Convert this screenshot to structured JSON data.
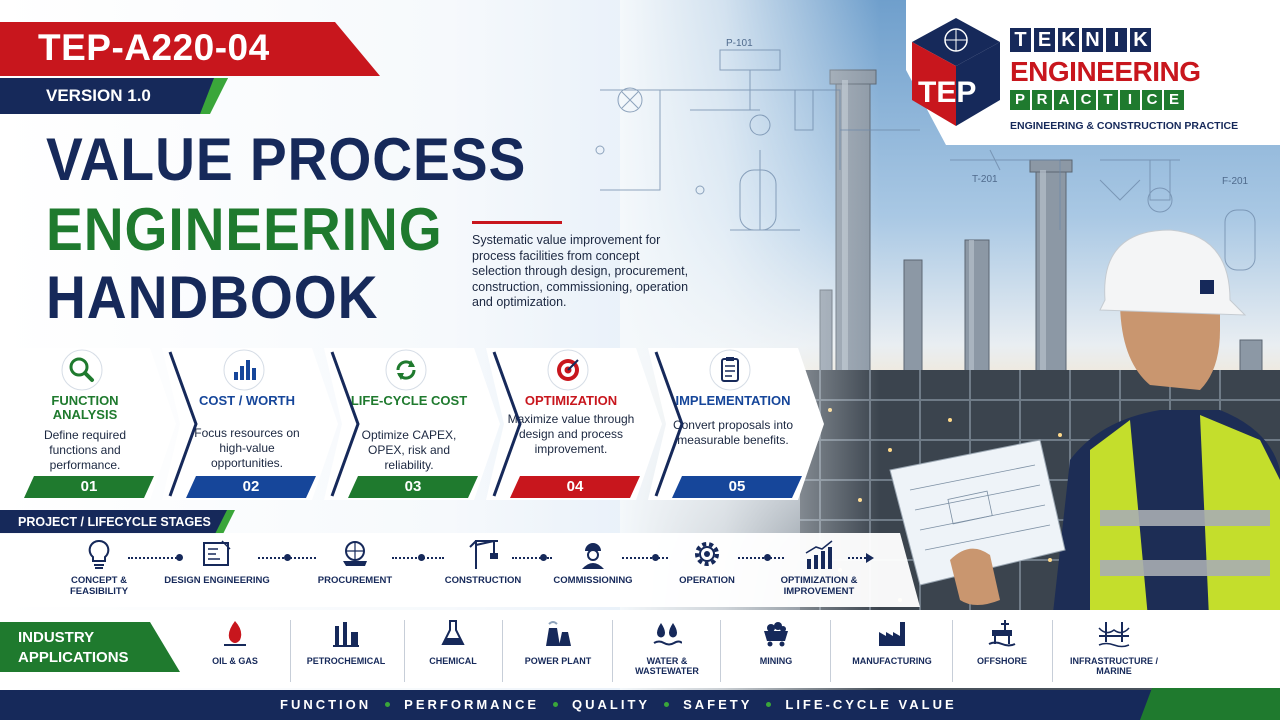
{
  "header": {
    "code": "TEP-A220-04",
    "version": "VERSION 1.0",
    "title_line1": "VALUE PROCESS",
    "title_line2": "ENGINEERING",
    "title_line3": "HANDBOOK",
    "description": "Systematic value improvement for process facilities from concept selection through design, procurement, construction, commissioning, operation and optimization."
  },
  "logo": {
    "monogram": "TEP",
    "line1": [
      "T",
      "E",
      "K",
      "N",
      "I",
      "K"
    ],
    "line2": "ENGINEERING",
    "line3": [
      "P",
      "R",
      "A",
      "C",
      "T",
      "I",
      "C",
      "E"
    ],
    "tagline": "ENGINEERING & CONSTRUCTION PRACTICE"
  },
  "sketch_labels": {
    "p101": "P-101",
    "t201": "T-201",
    "f201": "F-201"
  },
  "steps": [
    {
      "title": "FUNCTION ANALYSIS",
      "text": "Define required functions and performance.",
      "num": "01",
      "icon": "search-icon",
      "color": "#1f7a2e"
    },
    {
      "title": "COST / WORTH",
      "text": "Focus resources on high-value opportunities.",
      "num": "02",
      "icon": "bar-chart-icon",
      "color": "#16469a"
    },
    {
      "title": "LIFE-CYCLE COST",
      "text": "Optimize CAPEX, OPEX, risk and reliability.",
      "num": "03",
      "icon": "refresh-cycle-icon",
      "color": "#1f7a2e"
    },
    {
      "title": "OPTIMIZATION",
      "text": "Maximize value through design and process improvement.",
      "num": "04",
      "icon": "target-icon",
      "color": "#c8161d"
    },
    {
      "title": "IMPLEMENTATION",
      "text": "Convert proposals into measurable benefits.",
      "num": "05",
      "icon": "clipboard-icon",
      "color": "#16469a"
    }
  ],
  "lifecycle": {
    "label": "PROJECT / LIFECYCLE STAGES",
    "stages": [
      {
        "label": "CONCEPT & FEASIBILITY",
        "icon": "lightbulb-icon"
      },
      {
        "label": "DESIGN ENGINEERING",
        "icon": "blueprint-icon"
      },
      {
        "label": "PROCUREMENT",
        "icon": "globe-cart-icon"
      },
      {
        "label": "CONSTRUCTION",
        "icon": "crane-icon"
      },
      {
        "label": "COMMISSIONING",
        "icon": "worker-icon"
      },
      {
        "label": "OPERATION",
        "icon": "gear-icon"
      },
      {
        "label": "OPTIMIZATION & IMPROVEMENT",
        "icon": "growth-chart-icon"
      }
    ]
  },
  "industry": {
    "label": "INDUSTRY APPLICATIONS",
    "items": [
      {
        "label": "OIL & GAS",
        "icon": "flame-icon"
      },
      {
        "label": "PETROCHEMICAL",
        "icon": "refinery-icon"
      },
      {
        "label": "CHEMICAL",
        "icon": "flask-icon"
      },
      {
        "label": "POWER PLANT",
        "icon": "cooling-tower-icon"
      },
      {
        "label": "WATER & WASTEWATER",
        "icon": "water-drops-icon"
      },
      {
        "label": "MINING",
        "icon": "mine-cart-icon"
      },
      {
        "label": "MANUFACTURING",
        "icon": "factory-icon"
      },
      {
        "label": "OFFSHORE",
        "icon": "offshore-platform-icon"
      },
      {
        "label": "INFRASTRUCTURE / MARINE",
        "icon": "bridge-icon"
      }
    ]
  },
  "footer": [
    "FUNCTION",
    "PERFORMANCE",
    "QUALITY",
    "SAFETY",
    "LIFE-CYCLE VALUE"
  ],
  "colors": {
    "navy": "#16295a",
    "green": "#1f7a2e",
    "red": "#c8161d",
    "bright_green": "#3aa63a"
  }
}
